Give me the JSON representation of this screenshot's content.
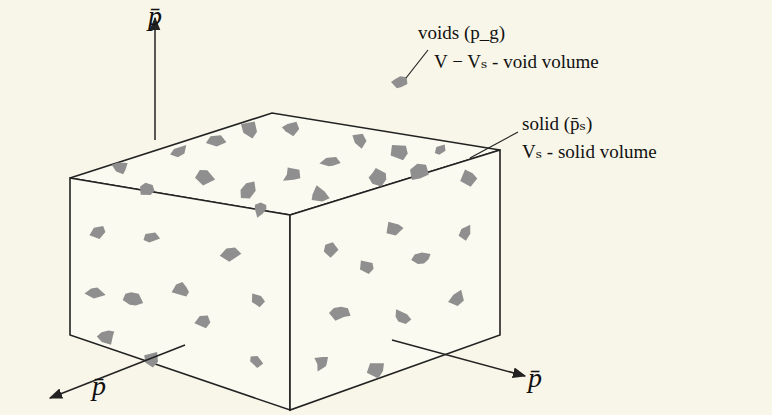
{
  "diagram": {
    "labels": [
      "p̄",
      "voids (p_g)",
      "V − Vₛ - void volume",
      "solid (p̄ₛ)",
      "Vₛ - solid volume",
      "p̄",
      "p̄"
    ]
  }
}
